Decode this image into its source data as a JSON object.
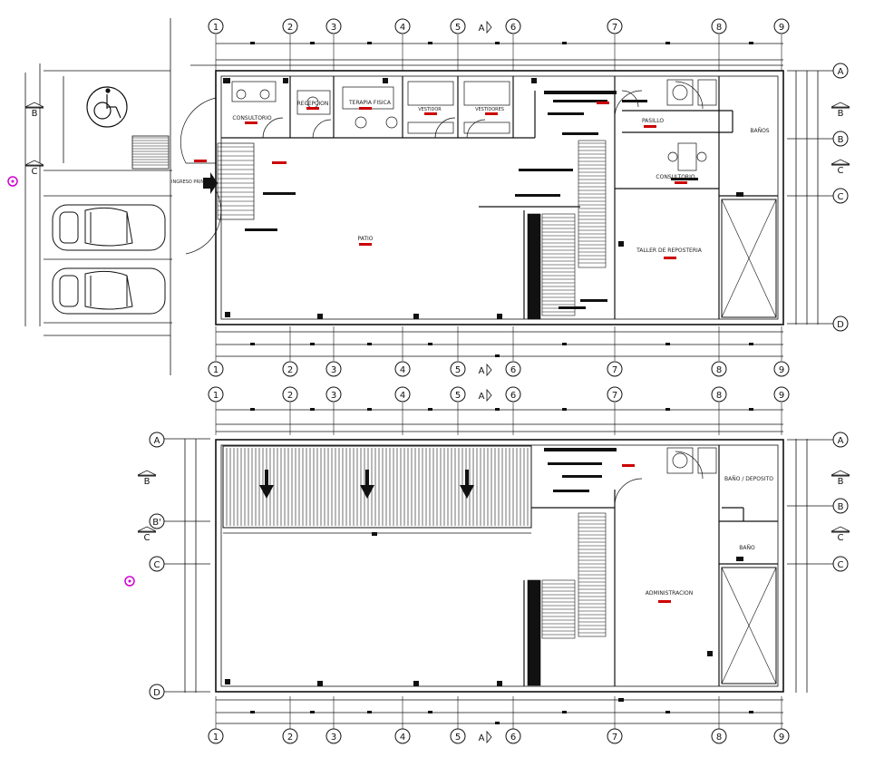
{
  "grid": {
    "columns": [
      "1",
      "2",
      "3",
      "4",
      "5",
      "6",
      "7",
      "8",
      "9"
    ],
    "rows_top_plan": [
      "A",
      "B",
      "C",
      "D"
    ],
    "rows_bottom_plan_left": [
      "A",
      "B'",
      "C",
      "D"
    ],
    "rows_bottom_plan_right": [
      "A",
      "B",
      "C"
    ],
    "section_letters": {
      "a": "A",
      "b": "B",
      "c": "C"
    }
  },
  "ground_floor": {
    "rooms": {
      "consultorio_1": "CONSULTORIO",
      "recepcion": "RECEPCION",
      "terapia_fisica": "TERAPIA FISICA",
      "vestidor_1": "VESTIDOR",
      "vestidor_2": "VESTIDORES",
      "pasillo": "PASILLO",
      "banos": "BAÑOS",
      "consultorio_2": "CONSULTORIO",
      "patio": "PATIO",
      "taller": "TALLER DE REPOSTERIA",
      "ingreso": "INGRESO PRINCIPAL"
    }
  },
  "upper_floor": {
    "rooms": {
      "bano_deposito": "BAÑO / DEPOSITO",
      "bano": "BAÑO",
      "administracion": "ADMINISTRACION"
    }
  },
  "colors": {
    "lines": "#111111",
    "level_tags": "#cc0000",
    "north": "#d000d0"
  }
}
